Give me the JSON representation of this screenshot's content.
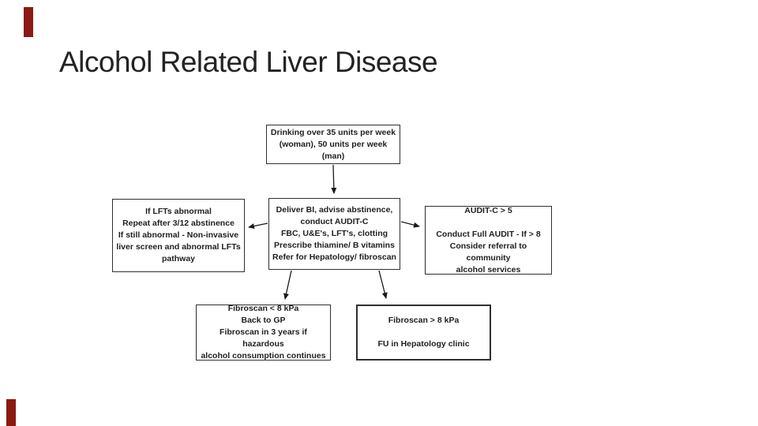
{
  "slide": {
    "title": "Alcohol Related Liver Disease",
    "accent_color": "#8b1a13"
  },
  "flowchart": {
    "boxes": {
      "threshold": {
        "lines": [
          "Drinking over 35 units per week",
          "(woman), 50 units per week",
          "(man)"
        ]
      },
      "lfts_abnormal": {
        "lines": [
          "If LFTs abnormal",
          "Repeat after 3/12 abstinence",
          "If still abnormal - Non-invasive",
          "liver screen and abnormal LFTs",
          "pathway"
        ]
      },
      "intervention": {
        "lines": [
          "Deliver BI, advise abstinence,",
          "conduct AUDIT-C",
          "FBC, U&E's, LFT's, clotting",
          "Prescribe thiamine/ B vitamins",
          "Refer for Hepatology/ fibroscan"
        ]
      },
      "audit": {
        "lines": [
          "AUDIT-C > 5",
          "",
          "Conduct Full AUDIT - If > 8",
          "Consider referral to community",
          "alcohol services"
        ]
      },
      "fibroscan_low": {
        "lines": [
          "Fibroscan < 8 kPa",
          "Back to GP",
          "Fibroscan in 3 years if hazardous",
          "alcohol consumption continues"
        ]
      },
      "fibroscan_high": {
        "lines": [
          "Fibroscan > 8 kPa",
          "",
          "FU in Hepatology clinic"
        ]
      }
    }
  }
}
